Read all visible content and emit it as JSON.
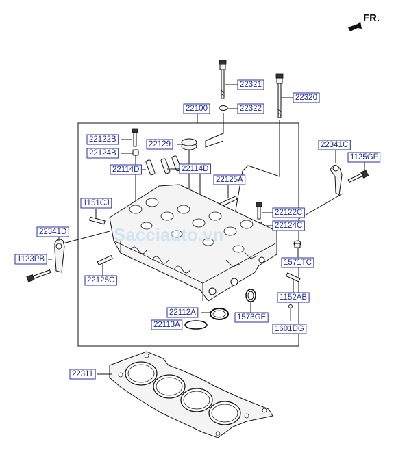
{
  "diagram": {
    "direction_label": "FR.",
    "watermark": "Sacciauto.vn",
    "labels": [
      {
        "id": "22321",
        "text": "22321"
      },
      {
        "id": "22320",
        "text": "22320"
      },
      {
        "id": "22100",
        "text": "22100"
      },
      {
        "id": "22322",
        "text": "22322"
      },
      {
        "id": "22122B",
        "text": "22122B"
      },
      {
        "id": "22129",
        "text": "22129"
      },
      {
        "id": "22124B",
        "text": "22124B"
      },
      {
        "id": "22341C",
        "text": "22341C"
      },
      {
        "id": "1125GF",
        "text": "1125GF"
      },
      {
        "id": "22114D_left",
        "text": "22114D"
      },
      {
        "id": "22114D_right",
        "text": "22114D"
      },
      {
        "id": "22125A",
        "text": "22125A"
      },
      {
        "id": "1151CJ",
        "text": "1151CJ"
      },
      {
        "id": "22122C",
        "text": "22122C"
      },
      {
        "id": "22124C",
        "text": "22124C"
      },
      {
        "id": "22341D",
        "text": "22341D"
      },
      {
        "id": "1123PB",
        "text": "1123PB"
      },
      {
        "id": "1571TC",
        "text": "1571TC"
      },
      {
        "id": "22125C",
        "text": "22125C"
      },
      {
        "id": "1152AB",
        "text": "1152AB"
      },
      {
        "id": "22112A",
        "text": "22112A"
      },
      {
        "id": "1573GE",
        "text": "1573GE"
      },
      {
        "id": "22113A",
        "text": "22113A"
      },
      {
        "id": "1601DG",
        "text": "1601DG"
      },
      {
        "id": "22311",
        "text": "22311"
      }
    ]
  }
}
